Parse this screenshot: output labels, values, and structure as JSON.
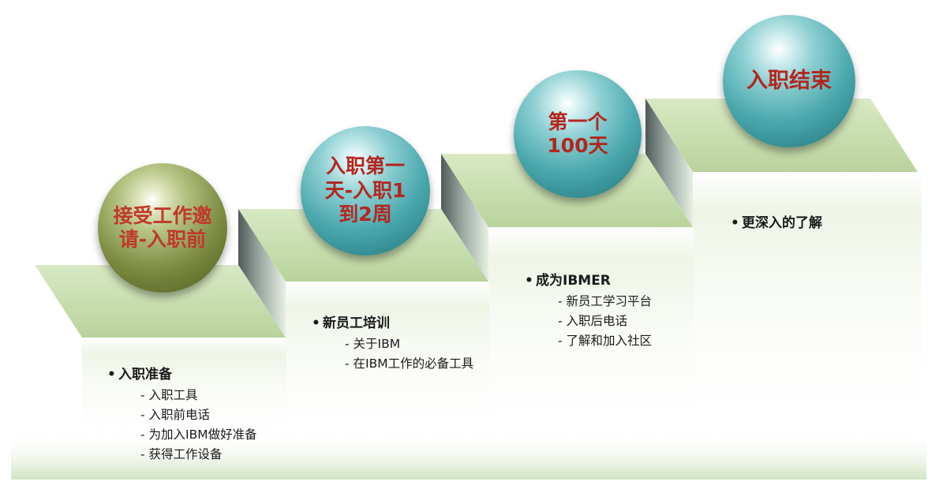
{
  "steps": [
    {
      "title": "接受工作邀\n请-入职前",
      "heading": "入职准备",
      "items": [
        "- 入职工具",
        "- 入职前电话",
        "- 为加入IBM做好准备",
        "- 获得工作设备"
      ]
    },
    {
      "title": "入职第一\n天-入职1\n到2周",
      "heading": "新员工培训",
      "items": [
        "- 关于IBM",
        "- 在IBM工作的必备工具"
      ]
    },
    {
      "title": "第一个\n100天",
      "heading": "成为IBMER",
      "items": [
        "- 新员工学习平台",
        "- 入职后电话",
        "- 了解和加入社区"
      ]
    },
    {
      "title": "入职结束",
      "heading": "更深入的了解",
      "items": []
    }
  ],
  "bullet": "•",
  "colors": {
    "title_red": "#c0392b",
    "title_dark_red": "#b3261e",
    "stair_top": "#cfe2b8",
    "stair_riser": "#7a8c86"
  }
}
